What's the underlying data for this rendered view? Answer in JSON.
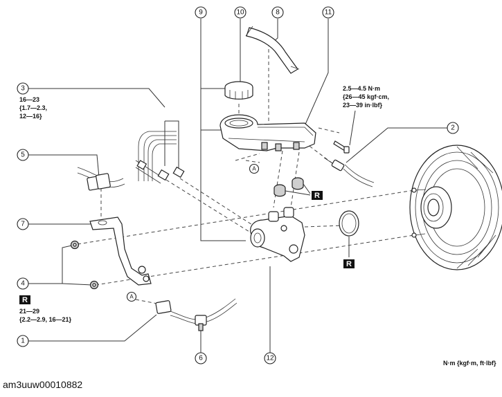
{
  "callouts": [
    "1",
    "2",
    "3",
    "4",
    "5",
    "6",
    "7",
    "8",
    "9",
    "10",
    "11",
    "12"
  ],
  "ref_marks": {
    "a_upper": "A",
    "a_lower": "A"
  },
  "torque_3": [
    "16—23",
    "{1.7—2.3,",
    "12—16}"
  ],
  "torque_11": [
    "2.5—4.5 N·m",
    "{26—45 kgf·cm,",
    "23—39 in·lbf}"
  ],
  "torque_4": [
    "21—29",
    "{2.2—2.9, 16—21}"
  ],
  "replace_label": "R",
  "units_note": "N·m {kgf·m, ft·lbf}",
  "image_id": "am3uuw00010882"
}
